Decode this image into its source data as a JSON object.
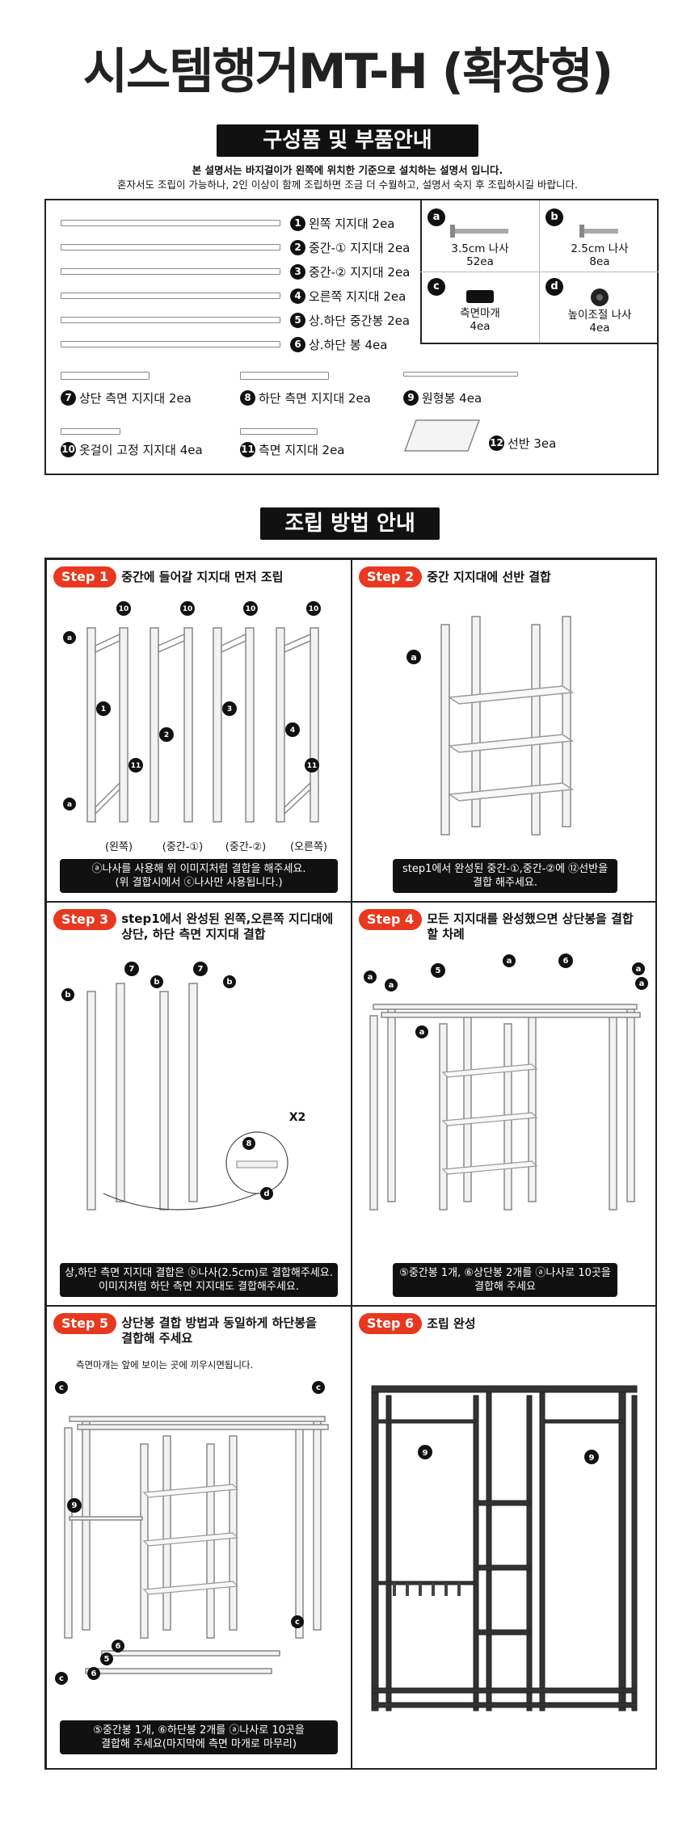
{
  "title": "시스템행거MT-H (확장형)",
  "parts_banner": "구성품 및 부품안내",
  "note_bold": "본 설명서는 바지걸이가 왼쪽에 위치한 기준으로 설치하는 설명서 입니다.",
  "note_regular": "혼자서도 조립이 가능하나, 2인 이상이 함께 조립하면 조금 더 수월하고, 설명서 숙지 후 조립하시길 바랍니다.",
  "parts": [
    {
      "num": "1",
      "label": "왼쪽 지지대 2ea"
    },
    {
      "num": "2",
      "label": "중간-① 지지대 2ea"
    },
    {
      "num": "3",
      "label": "중간-② 지지대 2ea"
    },
    {
      "num": "4",
      "label": "오른쪽 지지대 2ea"
    },
    {
      "num": "5",
      "label": "상.하단 중간봉 2ea"
    },
    {
      "num": "6",
      "label": "상.하단 봉 4ea"
    },
    {
      "num": "7",
      "label": "상단 측면 지지대 2ea"
    },
    {
      "num": "8",
      "label": "하단 측면 지지대 2ea"
    },
    {
      "num": "9",
      "label": "원형봉 4ea"
    },
    {
      "num": "10",
      "label": "옷걸이 고정 지지대 4ea"
    },
    {
      "num": "11",
      "label": "측면 지지대 2ea"
    },
    {
      "num": "12",
      "label": "선반 3ea"
    }
  ],
  "hardware": [
    {
      "letter": "a",
      "name": "3.5cm 나사",
      "qty": "52ea"
    },
    {
      "letter": "b",
      "name": "2.5cm 나사",
      "qty": "8ea"
    },
    {
      "letter": "c",
      "name": "측면마개",
      "qty": "4ea"
    },
    {
      "letter": "d",
      "name": "높이조절 나사",
      "qty": "4ea"
    }
  ],
  "assembly_banner": "조립 방법 안내",
  "steps": [
    {
      "badge": "Step 1",
      "title": "중간에 들어갈 지지대 먼저 조립",
      "captions": [
        "(왼쪽)",
        "(중간-①)",
        "(중간-②)",
        "(오른쪽)"
      ],
      "note": "ⓐ나사를 사용해 위 이미지처럼 결합을 해주세요.\n(위 결합시에서 ⓒ나사만 사용됩니다.)"
    },
    {
      "badge": "Step 2",
      "title": "중간 지지대에 선반 결합",
      "note": "step1에서 완성된 중간-①,중간-②에 ⑫선반을\n결합 해주세요."
    },
    {
      "badge": "Step 3",
      "title": "step1에서 완성된 왼쪽,오른쪽 지디대에\n상단, 하단 측면 지지대 결합",
      "x2": "X2",
      "note": "상,하단 측면 지지대 결합은 ⓑ나사(2.5cm)로 결합해주세요.\n이미지처럼 하단 측면 지지대도 결합해주세요."
    },
    {
      "badge": "Step 4",
      "title": "모든 지지대를 완성했으면 상단봉을 결합\n할 차례",
      "note": "⑤중간봉 1개, ⑥상단봉 2개를 ⓐ나사로 10곳을\n결합해 주세요"
    },
    {
      "badge": "Step 5",
      "title": "상단봉 결합 방법과 동일하게 하단봉을\n결합해 주세요",
      "sub": "측면마개는 앞에 보이는 곳에 끼우시면됩니다.",
      "note": "⑤중간봉 1개, ⑥하단봉 2개를 ⓐ나사로 10곳을\n결합해 주세요(마지막에 측면 마개로 마무리)"
    },
    {
      "badge": "Step 6",
      "title": "조립 완성"
    }
  ]
}
